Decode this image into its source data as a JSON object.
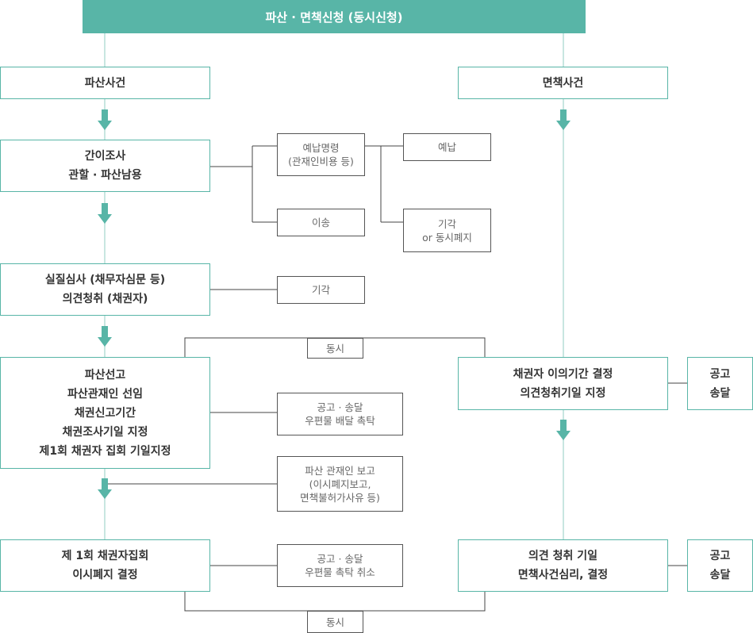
{
  "header": {
    "title": "파산 · 면책신청 (동시신청)"
  },
  "left": {
    "bankruptcy_case": "파산사건",
    "brief_review": [
      "간이조사",
      "관할 · 파산남용"
    ],
    "substantive_review": [
      "실질심사 (채무자심문 등)",
      "의견청취 (채권자)"
    ],
    "declaration": [
      "파산선고",
      "파산관재인 선임",
      "채권신고기간",
      "채권조사기일 지정",
      "제1회 채권자 집회 기일지정"
    ],
    "first_meeting": [
      "제 1회 채권자집회",
      "이시폐지 결정"
    ]
  },
  "middle": {
    "advance_order": [
      "예납명령",
      "(관재인비용 등)"
    ],
    "advance_payment": "예납",
    "dismiss_or_close": [
      "기각",
      "or 동시폐지"
    ],
    "transfer": "이송",
    "dismiss": "기각",
    "simultaneous_top": "동시",
    "notice_delivery": [
      "공고 · 송달",
      "우편물 배달 촉탁"
    ],
    "trustee_report": [
      "파산 관재인 보고",
      "(이시폐지보고,",
      "면책불허가사유 등)"
    ],
    "notice_cancel": [
      "공고 · 송달",
      "우편물 촉탁 취소"
    ],
    "simultaneous_bottom": "동시"
  },
  "right": {
    "discharge_case": "면책사건",
    "objection_period": [
      "채권자 이의기간 결정",
      "의견청취기일 지정"
    ],
    "notice1": [
      "공고",
      "송달"
    ],
    "hearing": [
      "의견 청취 기일",
      "면책사건심리, 결정"
    ],
    "notice2": [
      "공고",
      "송달"
    ]
  },
  "colors": {
    "accent": "#58b5a7",
    "accent_light": "#c8e6e1",
    "border_dark": "#555555"
  }
}
